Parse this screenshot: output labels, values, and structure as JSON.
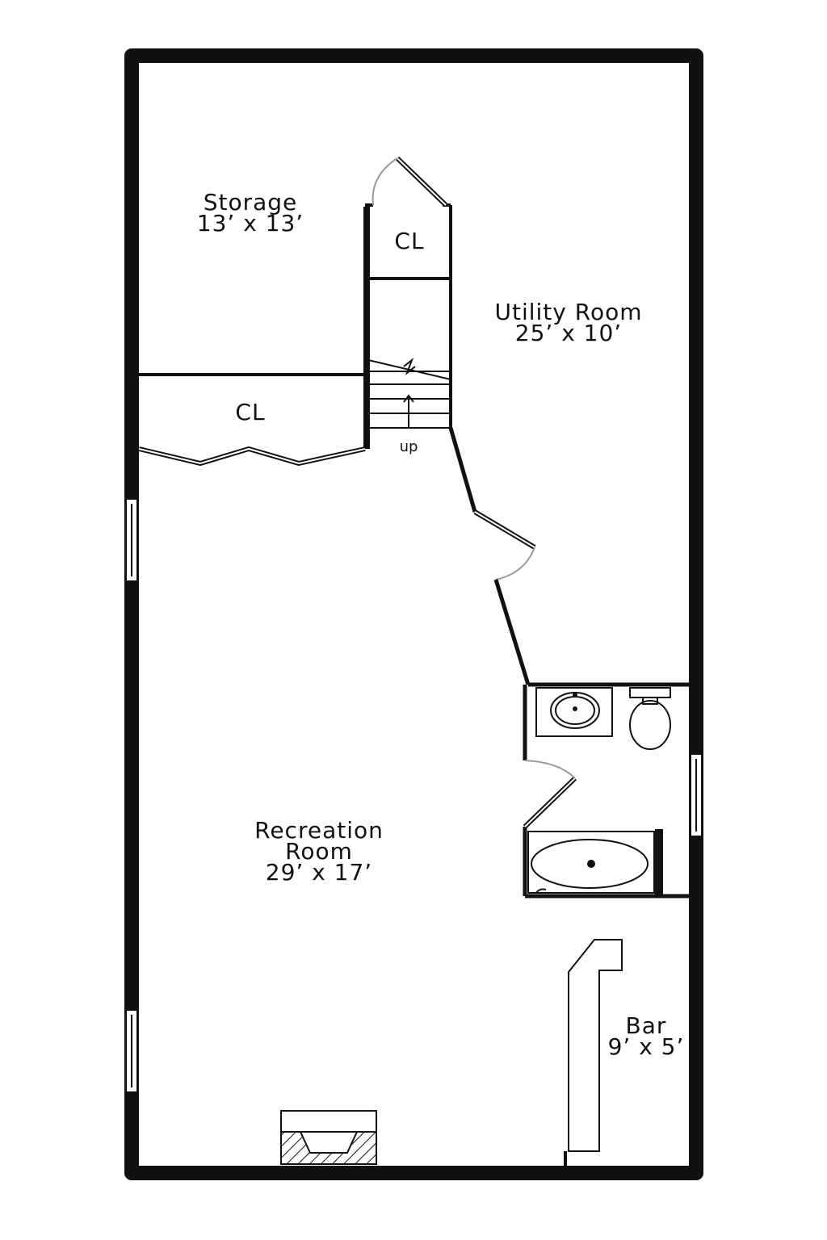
{
  "rooms": {
    "storage": {
      "name": "Storage",
      "dims": "13’ x 13’"
    },
    "closet_top": {
      "name": "CL"
    },
    "closet_left": {
      "name": "CL"
    },
    "utility": {
      "name": "Utility Room",
      "dims": "25’ x 10’"
    },
    "recreation": {
      "name_line1": "Recreation",
      "name_line2": "Room",
      "dims": "29’ x 17’"
    },
    "bar": {
      "name": "Bar",
      "dims": "9’ x 5’"
    }
  },
  "stairs": {
    "label": "up"
  },
  "colors": {
    "wall": "#111111",
    "door_arc": "#9a9a9a",
    "background": "#ffffff"
  }
}
